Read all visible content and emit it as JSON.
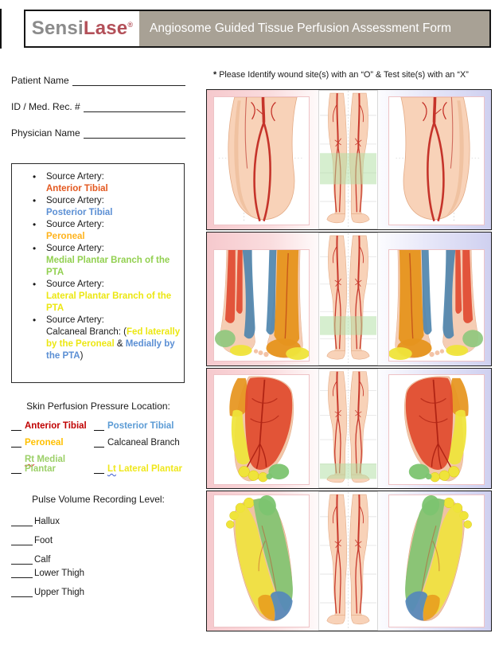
{
  "header": {
    "logo_sensi": "Sensi",
    "logo_lase": "Lase",
    "logo_reg": "®",
    "title": "Angiosome Guided Tissue Perfusion Assessment Form"
  },
  "patient_fields": {
    "patient_name_label": "Patient Name",
    "id_label": "ID / Med. Rec. #",
    "physician_label": "Physician Name"
  },
  "source_box": {
    "items": [
      {
        "label": "Source Artery:",
        "value": "Anterior Tibial",
        "color": "#e3581f"
      },
      {
        "label": "Source Artery:",
        "value": "Posterior Tibial",
        "color": "#5b8fd4"
      },
      {
        "label": "Source Artery:",
        "value": "Peroneal",
        "color": "#ffb31c"
      },
      {
        "label": "Source Artery:",
        "value": "Medial Plantar Branch of the PTA",
        "color": "#92d050"
      },
      {
        "label": "Source Artery:",
        "value": "Lateral Plantar Branch of the PTA",
        "color": "#ece712"
      },
      {
        "label": "Source Artery:",
        "value_prefix": "Calcaneal Branch: (",
        "value_yellow": "Fed laterally by the Peroneal",
        "value_amp": " & ",
        "value_blue": "Medially by the PTA",
        "value_suffix": ")",
        "yellow_color": "#ece712",
        "blue_color": "#5b8fd4"
      }
    ]
  },
  "spp": {
    "title": "Skin Perfusion Pressure Location:",
    "items": [
      {
        "label": "Anterior Tibial",
        "color": "#c00000"
      },
      {
        "label": "Posterior Tibial",
        "color": "#5b9bd5"
      },
      {
        "label": "Peroneal",
        "color": "#ffc000"
      },
      {
        "label": "Calcaneal Branch",
        "color": "#000000"
      },
      {
        "prefix": "Rt",
        "rest": " Medial Plantar",
        "color": "#9cd068",
        "wavy": "red"
      },
      {
        "prefix": "Lt",
        "rest": " Lateral Plantar",
        "color": "#efe71a",
        "wavy": "blue"
      }
    ]
  },
  "pvr": {
    "title": "Pulse Volume Recording Level:",
    "items": [
      "Hallux",
      "Foot",
      "Calf",
      "Lower Thigh",
      "Upper Thigh"
    ]
  },
  "right": {
    "note_star": "*",
    "note_text": " Please Identify wound site(s) with an “O” & Test site(s) with an “X”",
    "panels": [
      {
        "name": "calf-and-knee-arteries"
      },
      {
        "name": "ankle-angiosomes"
      },
      {
        "name": "dorsal-foot-angiosomes"
      },
      {
        "name": "plantar-foot-angiosomes"
      }
    ]
  },
  "colors": {
    "header_bar": "#a8a195",
    "logo_gray": "#8b8b8b",
    "logo_red": "#b35059",
    "angiosome_red": "#e14a2e",
    "angiosome_orange": "#e6941e",
    "angiosome_blue": "#4f86ae",
    "angiosome_yellow": "#efe43a",
    "angiosome_green": "#7cc470"
  }
}
